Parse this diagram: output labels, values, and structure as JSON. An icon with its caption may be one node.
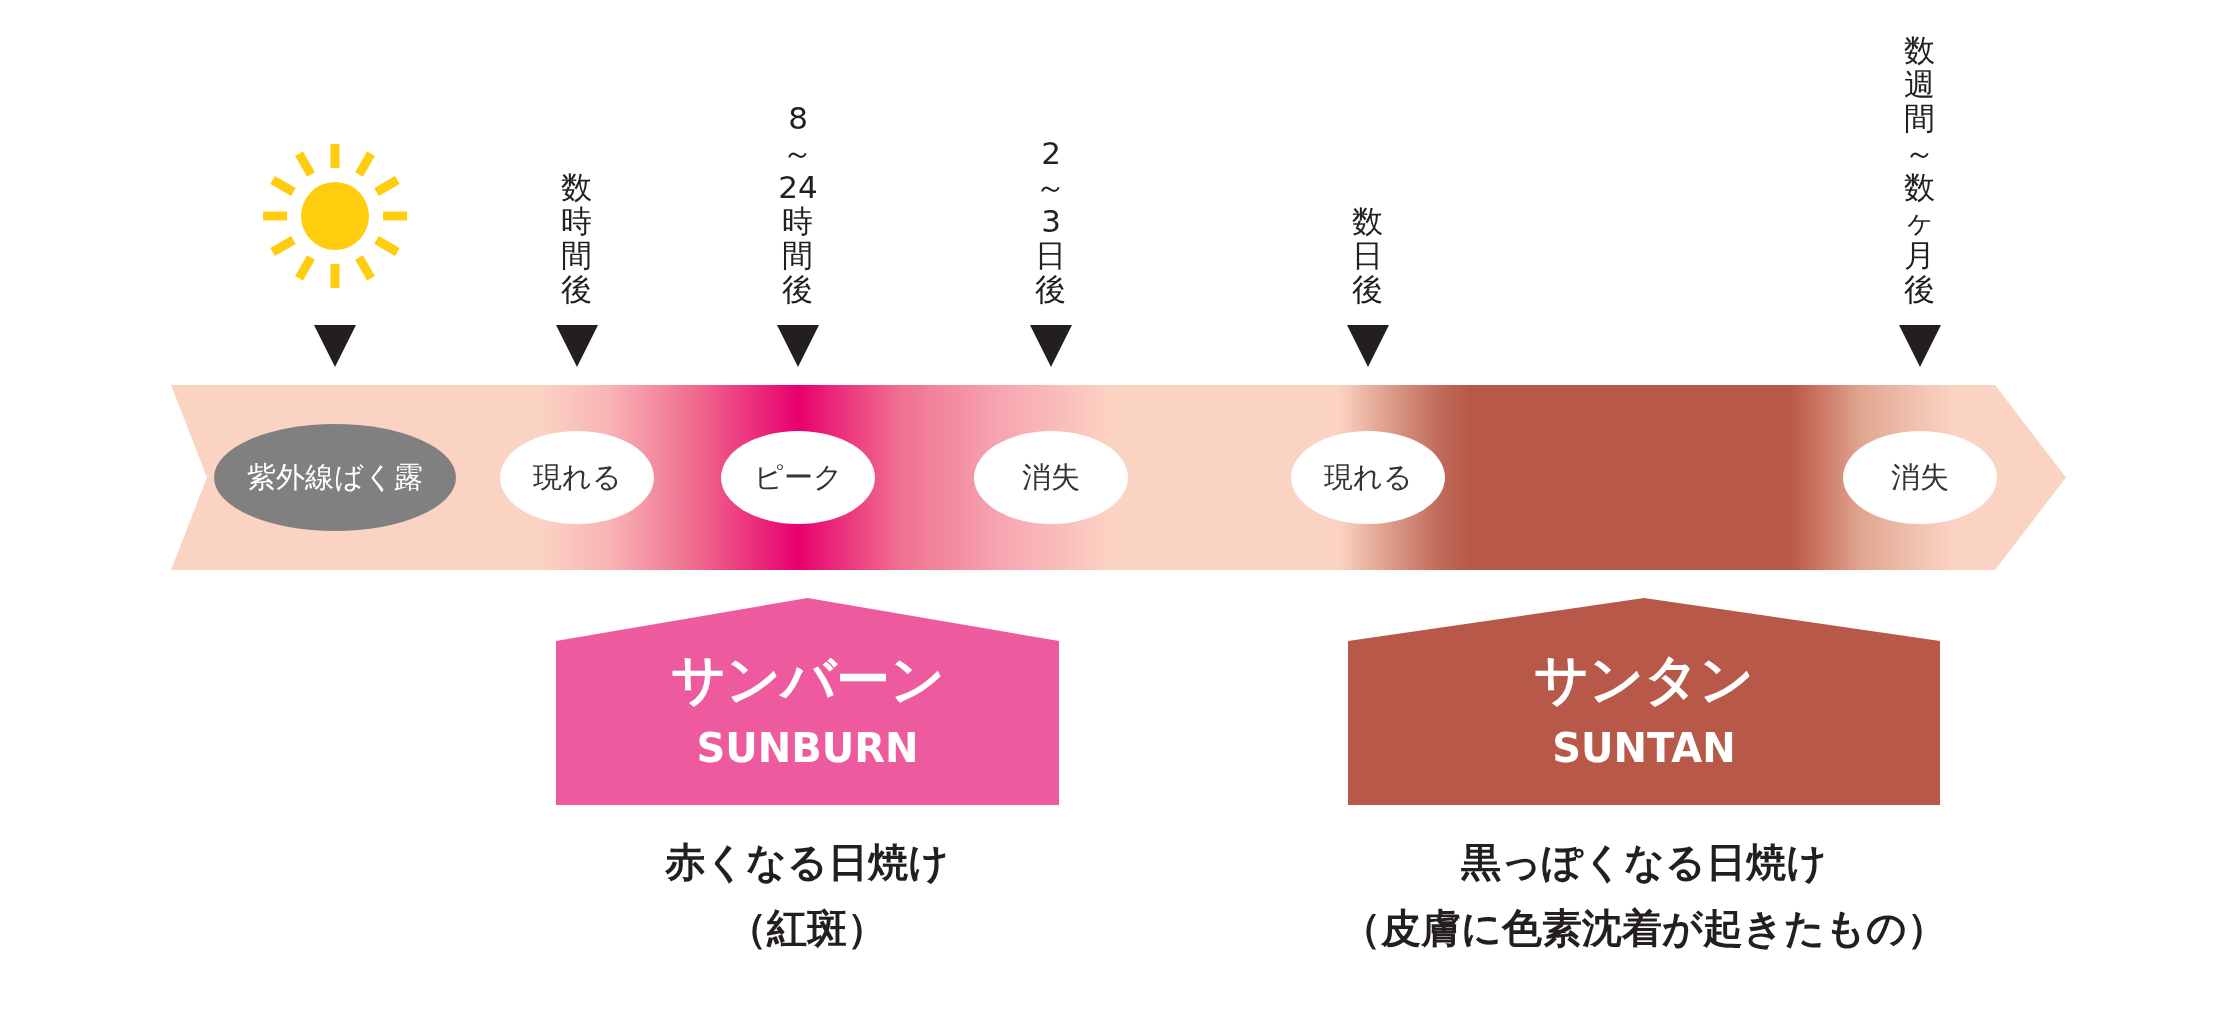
{
  "diagram": {
    "nodes": [
      {
        "text": [],
        "shape": "arrow"
      },
      {
        "text": [
          "紫外線ばく露"
        ],
        "in": 0
      },
      {
        "text": [
          "現れる"
        ],
        "in": 0
      },
      {
        "text": [
          "ピーク"
        ],
        "in": 0
      },
      {
        "text": [
          "消失"
        ],
        "in": 0
      },
      {
        "text": [
          "現れる"
        ],
        "in": 0
      },
      {
        "text": [
          "消失"
        ],
        "in": 0
      },
      {
        "text": [
          "サンバーン",
          "SUNBURN"
        ],
        "beside": [
          "赤くなる日焼け",
          "（紅斑）"
        ]
      },
      {
        "text": [
          "サンタン",
          "SUNTAN"
        ],
        "beside": [
          "黒っぽくなる日焼け",
          "（皮膚に色素沈着が起きたもの）"
        ]
      }
    ],
    "labels": [
      "数時間後",
      "8～24時間後",
      "2～3日後",
      "数日後",
      "数週間～数ヶ月後"
    ]
  }
}
